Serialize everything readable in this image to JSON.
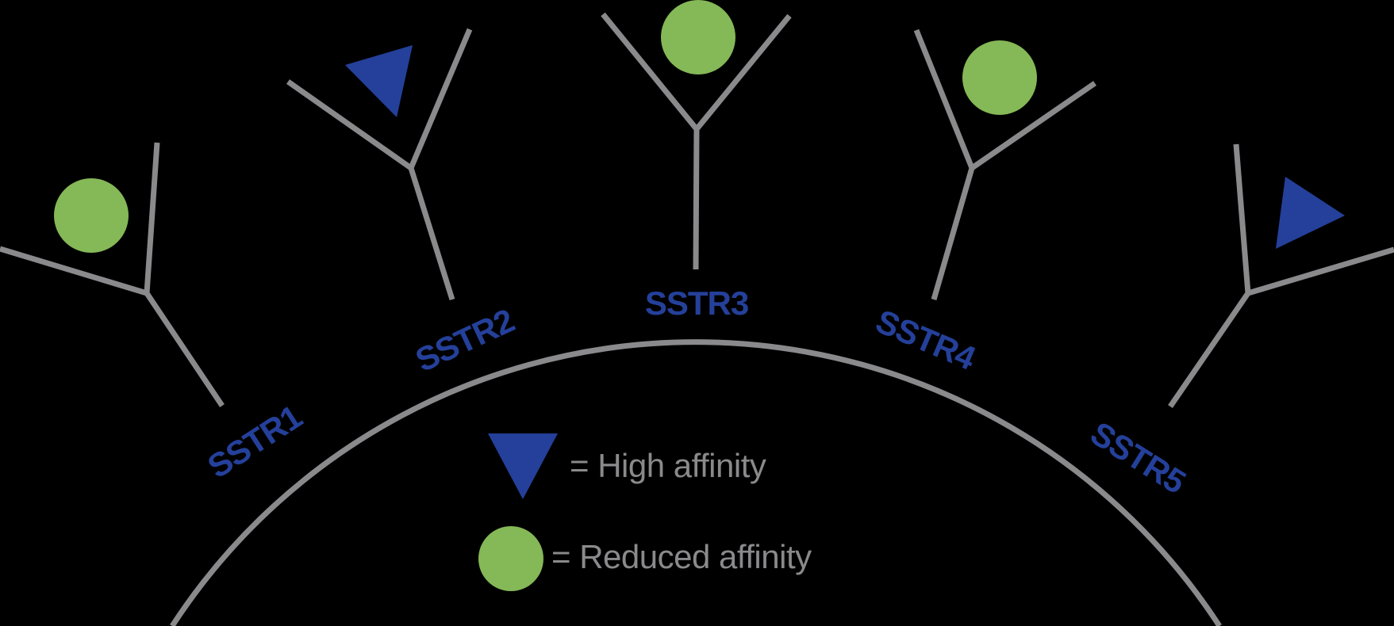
{
  "title": "Somatostatin receptor affinity diagram",
  "colors": {
    "background": "#000000",
    "line_gray": "#8A8A8C",
    "legend_text_gray": "#8A8A8C",
    "label_blue": "#24409A",
    "high_affinity_blue": "#24409A",
    "reduced_affinity_green": "#85B857"
  },
  "receptors": [
    {
      "label": "SSTR1",
      "marker": "reduced-affinity-circle"
    },
    {
      "label": "SSTR2",
      "marker": "high-affinity-triangle"
    },
    {
      "label": "SSTR3",
      "marker": "reduced-affinity-circle"
    },
    {
      "label": "SSTR4",
      "marker": "reduced-affinity-circle"
    },
    {
      "label": "SSTR5",
      "marker": "high-affinity-triangle"
    }
  ],
  "legend": {
    "items": [
      {
        "symbol": "triangle",
        "symbol_color": "#24409A",
        "text": "= High affinity"
      },
      {
        "symbol": "circle",
        "symbol_color": "#85B857",
        "text": "= Reduced affinity"
      }
    ]
  }
}
